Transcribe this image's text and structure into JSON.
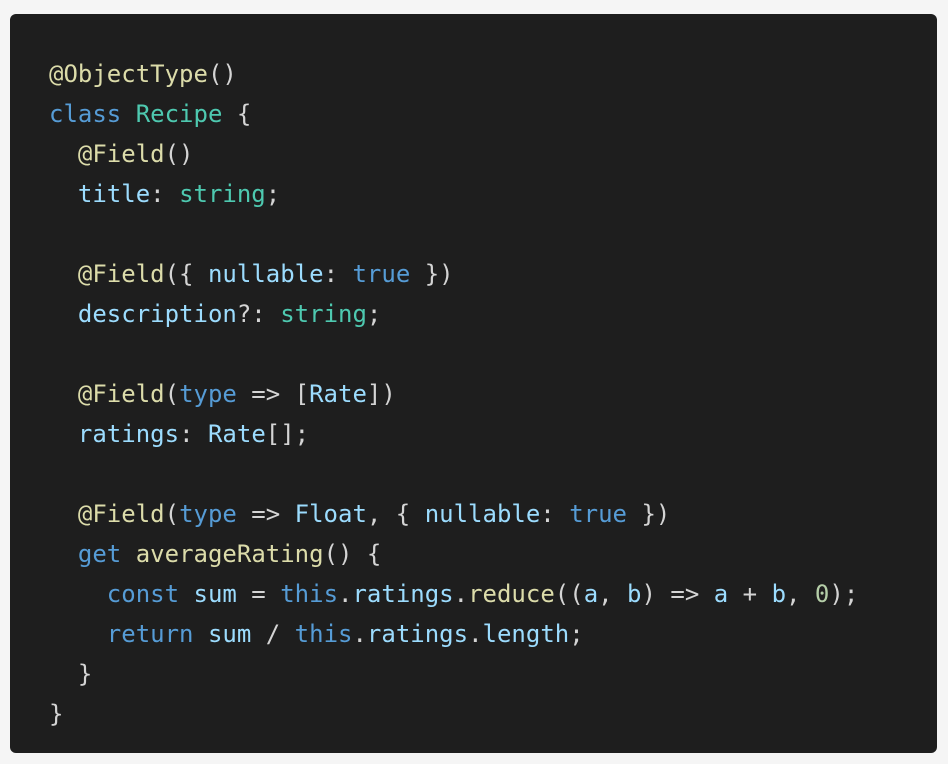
{
  "colors": {
    "page_background": "#f5f5f5",
    "editor_background": "#1e1e1e",
    "decorator": "#dcdcaa",
    "keyword": "#569cd6",
    "type": "#4ec9b0",
    "property": "#9cdcfe",
    "punctuation": "#d4d4d4",
    "number": "#b5cea8"
  },
  "code": {
    "lines": [
      [
        [
          "deco",
          "@ObjectType"
        ],
        [
          "punc",
          "()"
        ]
      ],
      [
        [
          "kw",
          "class"
        ],
        [
          "plain",
          " "
        ],
        [
          "type",
          "Recipe"
        ],
        [
          "plain",
          " {"
        ]
      ],
      [
        [
          "plain",
          "  "
        ],
        [
          "deco",
          "@Field"
        ],
        [
          "punc",
          "()"
        ]
      ],
      [
        [
          "plain",
          "  "
        ],
        [
          "prop",
          "title"
        ],
        [
          "punc",
          ": "
        ],
        [
          "type",
          "string"
        ],
        [
          "punc",
          ";"
        ]
      ],
      [],
      [
        [
          "plain",
          "  "
        ],
        [
          "deco",
          "@Field"
        ],
        [
          "punc",
          "({ "
        ],
        [
          "prop",
          "nullable"
        ],
        [
          "punc",
          ": "
        ],
        [
          "kw",
          "true"
        ],
        [
          "punc",
          " })"
        ]
      ],
      [
        [
          "plain",
          "  "
        ],
        [
          "prop",
          "description"
        ],
        [
          "punc",
          "?: "
        ],
        [
          "type",
          "string"
        ],
        [
          "punc",
          ";"
        ]
      ],
      [],
      [
        [
          "plain",
          "  "
        ],
        [
          "deco",
          "@Field"
        ],
        [
          "punc",
          "("
        ],
        [
          "kw",
          "type"
        ],
        [
          "punc",
          " => ["
        ],
        [
          "prop",
          "Rate"
        ],
        [
          "punc",
          "])"
        ]
      ],
      [
        [
          "plain",
          "  "
        ],
        [
          "prop",
          "ratings"
        ],
        [
          "punc",
          ": "
        ],
        [
          "prop",
          "Rate"
        ],
        [
          "punc",
          "[];"
        ]
      ],
      [],
      [
        [
          "plain",
          "  "
        ],
        [
          "deco",
          "@Field"
        ],
        [
          "punc",
          "("
        ],
        [
          "kw",
          "type"
        ],
        [
          "punc",
          " => "
        ],
        [
          "prop",
          "Float"
        ],
        [
          "punc",
          ", { "
        ],
        [
          "prop",
          "nullable"
        ],
        [
          "punc",
          ": "
        ],
        [
          "kw",
          "true"
        ],
        [
          "punc",
          " })"
        ]
      ],
      [
        [
          "plain",
          "  "
        ],
        [
          "kw",
          "get"
        ],
        [
          "plain",
          " "
        ],
        [
          "fn",
          "averageRating"
        ],
        [
          "punc",
          "() {"
        ]
      ],
      [
        [
          "plain",
          "    "
        ],
        [
          "kw",
          "const"
        ],
        [
          "plain",
          " "
        ],
        [
          "prop",
          "sum"
        ],
        [
          "punc",
          " = "
        ],
        [
          "kw",
          "this"
        ],
        [
          "punc",
          "."
        ],
        [
          "prop",
          "ratings"
        ],
        [
          "punc",
          "."
        ],
        [
          "fn",
          "reduce"
        ],
        [
          "punc",
          "(("
        ],
        [
          "prop",
          "a"
        ],
        [
          "punc",
          ", "
        ],
        [
          "prop",
          "b"
        ],
        [
          "punc",
          ") => "
        ],
        [
          "prop",
          "a"
        ],
        [
          "punc",
          " + "
        ],
        [
          "prop",
          "b"
        ],
        [
          "punc",
          ", "
        ],
        [
          "num",
          "0"
        ],
        [
          "punc",
          ");"
        ]
      ],
      [
        [
          "plain",
          "    "
        ],
        [
          "kw",
          "return"
        ],
        [
          "plain",
          " "
        ],
        [
          "prop",
          "sum"
        ],
        [
          "punc",
          " / "
        ],
        [
          "kw",
          "this"
        ],
        [
          "punc",
          "."
        ],
        [
          "prop",
          "ratings"
        ],
        [
          "punc",
          "."
        ],
        [
          "prop",
          "length"
        ],
        [
          "punc",
          ";"
        ]
      ],
      [
        [
          "plain",
          "  }"
        ]
      ],
      [
        [
          "plain",
          "}"
        ]
      ]
    ]
  }
}
